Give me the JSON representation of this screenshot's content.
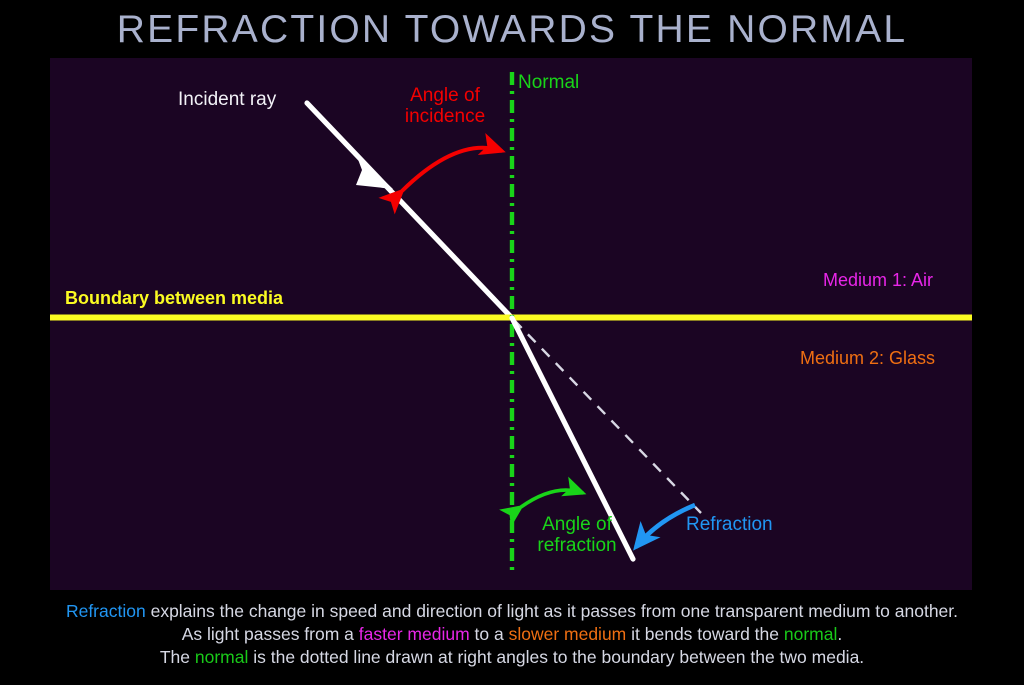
{
  "title": "REFRACTION TOWARDS THE NORMAL",
  "diagram": {
    "labels": {
      "incident_ray": "Incident ray",
      "angle_of_incidence": "Angle of\nincidence",
      "angle_of_incidence_line1": "Angle of",
      "angle_of_incidence_line2": "incidence",
      "normal": "Normal",
      "boundary": "Boundary between media",
      "medium1": "Medium 1: Air",
      "medium2": "Medium 2: Glass",
      "angle_of_refraction_line1": "Angle of",
      "angle_of_refraction_line2": "refraction",
      "refraction": "Refraction"
    },
    "colors": {
      "panel_background": "#1b0523",
      "page_background": "#000000",
      "title": "#a9b1cd",
      "incident_ray": "#ffffff",
      "refracted_ray": "#ffffff",
      "undeviated_dashed": "#d8d8e4",
      "normal_line": "#19d419",
      "boundary_line": "#fbfb22",
      "angle_of_incidence": "#f40000",
      "angle_of_refraction": "#19d419",
      "refraction_arrow": "#2196f3",
      "medium1": "#e826e8",
      "medium2": "#ef6f12"
    }
  },
  "caption": {
    "line1": {
      "keyword": "Refraction",
      "rest": " explains the change in speed and direction of light as it passes from one transparent medium to another."
    },
    "line2": {
      "part1": "As light passes from a ",
      "faster": "faster medium",
      "part2": " to a ",
      "slower": "slower medium",
      "part3": " it bends toward the ",
      "normal": "normal",
      "part4": "."
    },
    "line3": {
      "part1": "The ",
      "normal": "normal",
      "part2": " is the dotted line drawn at right angles to the boundary between the two media."
    }
  }
}
